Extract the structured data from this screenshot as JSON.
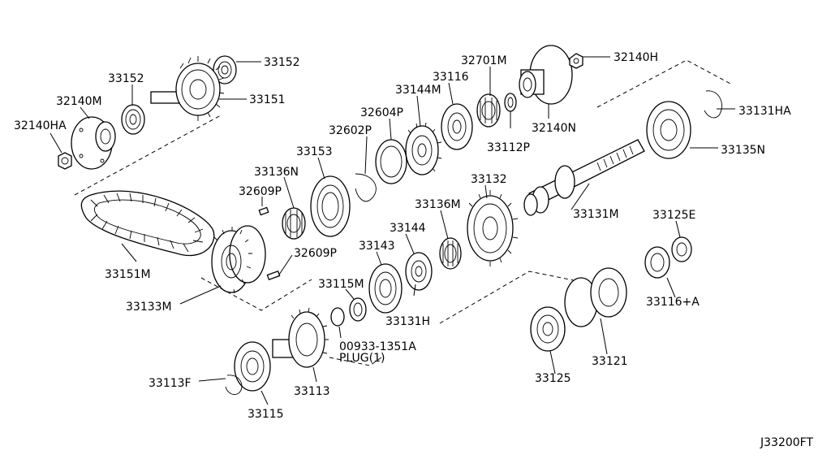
{
  "diagram_code": "J33200FT",
  "labels": {
    "p33152_top": "33152",
    "p33152_left": "33152",
    "p33151": "33151",
    "p32140M": "32140M",
    "p32140HA": "32140HA",
    "p32140H": "32140H",
    "p32701M": "32701M",
    "p33116": "33116",
    "p33144M": "33144M",
    "p32604P": "32604P",
    "p32602P": "32602P",
    "p33112P": "33112P",
    "p32140N": "32140N",
    "p33131HA": "33131HA",
    "p33135N": "33135N",
    "p33153": "33153",
    "p33136N": "33136N",
    "p32609P_top": "32609P",
    "p32609P_bot": "32609P",
    "p33132": "33132",
    "p33136M": "33136M",
    "p33131M": "33131M",
    "p33125E": "33125E",
    "p33144": "33144",
    "p33143": "33143",
    "p33115M": "33115M",
    "p33131H": "33131H",
    "p33151M": "33151M",
    "p33133M": "33133M",
    "p33116A": "33116+A",
    "p00933": "00933-1351A",
    "plug": "PLUG(1)",
    "p33113F": "33113F",
    "p33113": "33113",
    "p33115": "33115",
    "p33125": "33125",
    "p33121": "33121"
  }
}
